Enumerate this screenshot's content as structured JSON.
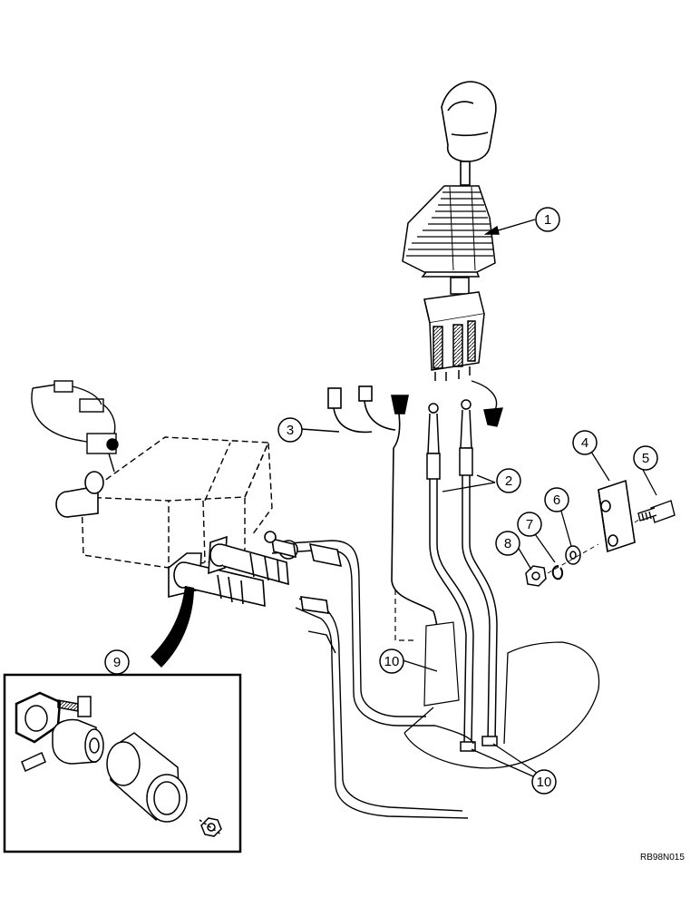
{
  "diagram": {
    "callouts": [
      {
        "id": "c1",
        "label": "1"
      },
      {
        "id": "c2",
        "label": "2"
      },
      {
        "id": "c3",
        "label": "3"
      },
      {
        "id": "c4",
        "label": "4"
      },
      {
        "id": "c5",
        "label": "5"
      },
      {
        "id": "c6",
        "label": "6"
      },
      {
        "id": "c7",
        "label": "7"
      },
      {
        "id": "c8",
        "label": "8"
      },
      {
        "id": "c9",
        "label": "9"
      },
      {
        "id": "c10a",
        "label": "10"
      },
      {
        "id": "c10b",
        "label": "10"
      }
    ],
    "reference_code": "RB98N015"
  }
}
